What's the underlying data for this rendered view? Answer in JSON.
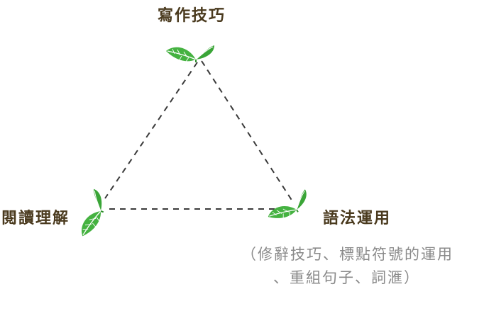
{
  "diagram": {
    "nodes": [
      {
        "id": "top",
        "label": "寫作技巧"
      },
      {
        "id": "left",
        "label": "閱讀理解"
      },
      {
        "id": "right",
        "label": "語法運用"
      }
    ],
    "note_lines": [
      "（修辭技巧、標點符號的運用",
      "、重組句子、詞滙）"
    ],
    "edges": [
      {
        "from": "top",
        "to": "left",
        "style": "dashed"
      },
      {
        "from": "top",
        "to": "right",
        "style": "dashed"
      },
      {
        "from": "left",
        "to": "right",
        "style": "dashed"
      }
    ],
    "icon": "sprout-leaf-icon",
    "colors": {
      "leaf": "#3fae3a",
      "leaf_dark": "#2f8f2c",
      "line": "#3a3a3a",
      "text": "#4a3a1e",
      "note": "#8a8a8a"
    }
  }
}
